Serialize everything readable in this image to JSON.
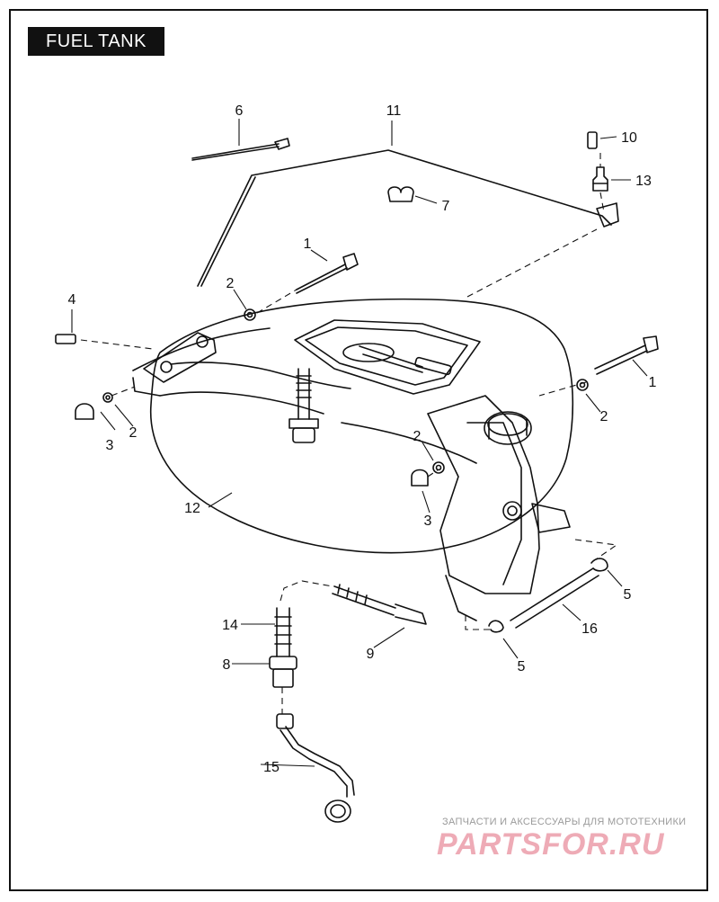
{
  "title": "FUEL TANK",
  "callouts": [
    "1",
    "1",
    "2",
    "2",
    "2",
    "2",
    "3",
    "3",
    "4",
    "5",
    "5",
    "6",
    "7",
    "8",
    "9",
    "10",
    "11",
    "12",
    "13",
    "14",
    "15",
    "16"
  ],
  "watermark": {
    "caption": "ЗАПЧАСТИ И АКСЕССУАРЫ ДЛЯ МОТОТЕХНИКИ",
    "logo": "PARTSFOR.RU",
    "logo_color": "#d73750"
  },
  "colors": {
    "ink": "#111111",
    "background": "#ffffff"
  }
}
